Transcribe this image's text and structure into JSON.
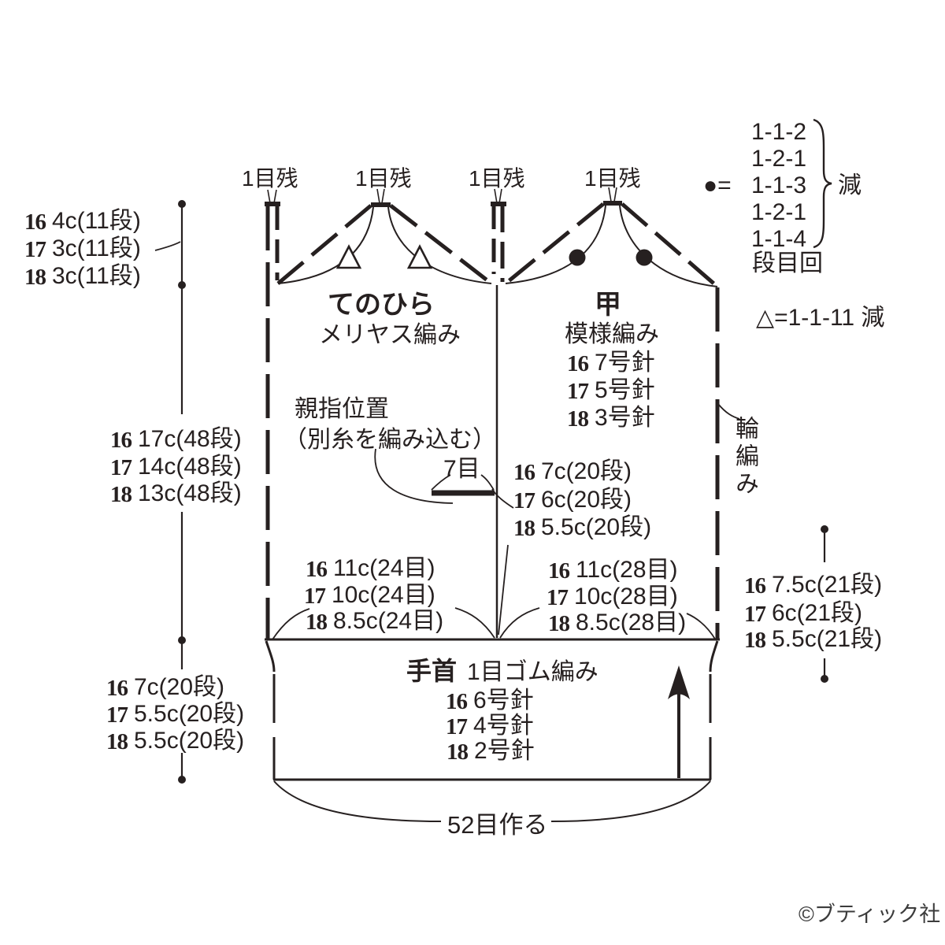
{
  "meta": {
    "copyright": "©ブティック社"
  },
  "labels": {
    "one_st_remain": "1目残",
    "cast_on": "52目作る",
    "ring": "輪編み",
    "thumb_title": "親指位置",
    "thumb_sub": "（別糸を編み込む）",
    "thumb_sts": "7目"
  },
  "legend": {
    "dot_eq": "●=",
    "rows": [
      "1-1-2",
      "1-2-1",
      "1-1-3",
      "1-2-1",
      "1-1-4"
    ],
    "brace_note": "減",
    "footer": "段目回",
    "triangle_note": "△=1-1-11 減"
  },
  "sections": {
    "palm": {
      "title": "てのひら",
      "stitch": "メリヤス編み"
    },
    "back": {
      "title": "甲",
      "stitch": "模様編み",
      "needles": [
        {
          "n": "16",
          "v": "7号針"
        },
        {
          "n": "17",
          "v": "5号針"
        },
        {
          "n": "18",
          "v": "3号針"
        }
      ]
    },
    "wrist": {
      "title": "手首",
      "stitch": "1目ゴム編み",
      "needles": [
        {
          "n": "16",
          "v": "6号針"
        },
        {
          "n": "17",
          "v": "4号針"
        },
        {
          "n": "18",
          "v": "2号針"
        }
      ]
    }
  },
  "measurements": {
    "left_top": {
      "rows": [
        {
          "n": "16",
          "v": "4c(11段)"
        },
        {
          "n": "17",
          "v": "3c(11段)"
        },
        {
          "n": "18",
          "v": "3c(11段)"
        }
      ]
    },
    "left_mid": {
      "rows": [
        {
          "n": "16",
          "v": "17c(48段)"
        },
        {
          "n": "17",
          "v": "14c(48段)"
        },
        {
          "n": "18",
          "v": "13c(48段)"
        }
      ]
    },
    "left_bottom": {
      "rows": [
        {
          "n": "16",
          "v": "7c(20段)"
        },
        {
          "n": "17",
          "v": "5.5c(20段)"
        },
        {
          "n": "18",
          "v": "5.5c(20段)"
        }
      ]
    },
    "mid": {
      "rows": [
        {
          "n": "16",
          "v": "7c(20段)"
        },
        {
          "n": "17",
          "v": "6c(20段)"
        },
        {
          "n": "18",
          "v": "5.5c(20段)"
        }
      ]
    },
    "palm_width": {
      "rows": [
        {
          "n": "16",
          "v": "11c(24目)"
        },
        {
          "n": "17",
          "v": "10c(24目)"
        },
        {
          "n": "18",
          "v": "8.5c(24目)"
        }
      ]
    },
    "back_width": {
      "rows": [
        {
          "n": "16",
          "v": "11c(28目)"
        },
        {
          "n": "17",
          "v": "10c(28目)"
        },
        {
          "n": "18",
          "v": "8.5c(28目)"
        }
      ]
    },
    "right": {
      "rows": [
        {
          "n": "16",
          "v": "7.5c(21段)"
        },
        {
          "n": "17",
          "v": "6c(21段)"
        },
        {
          "n": "18",
          "v": "5.5c(21段)"
        }
      ]
    }
  }
}
